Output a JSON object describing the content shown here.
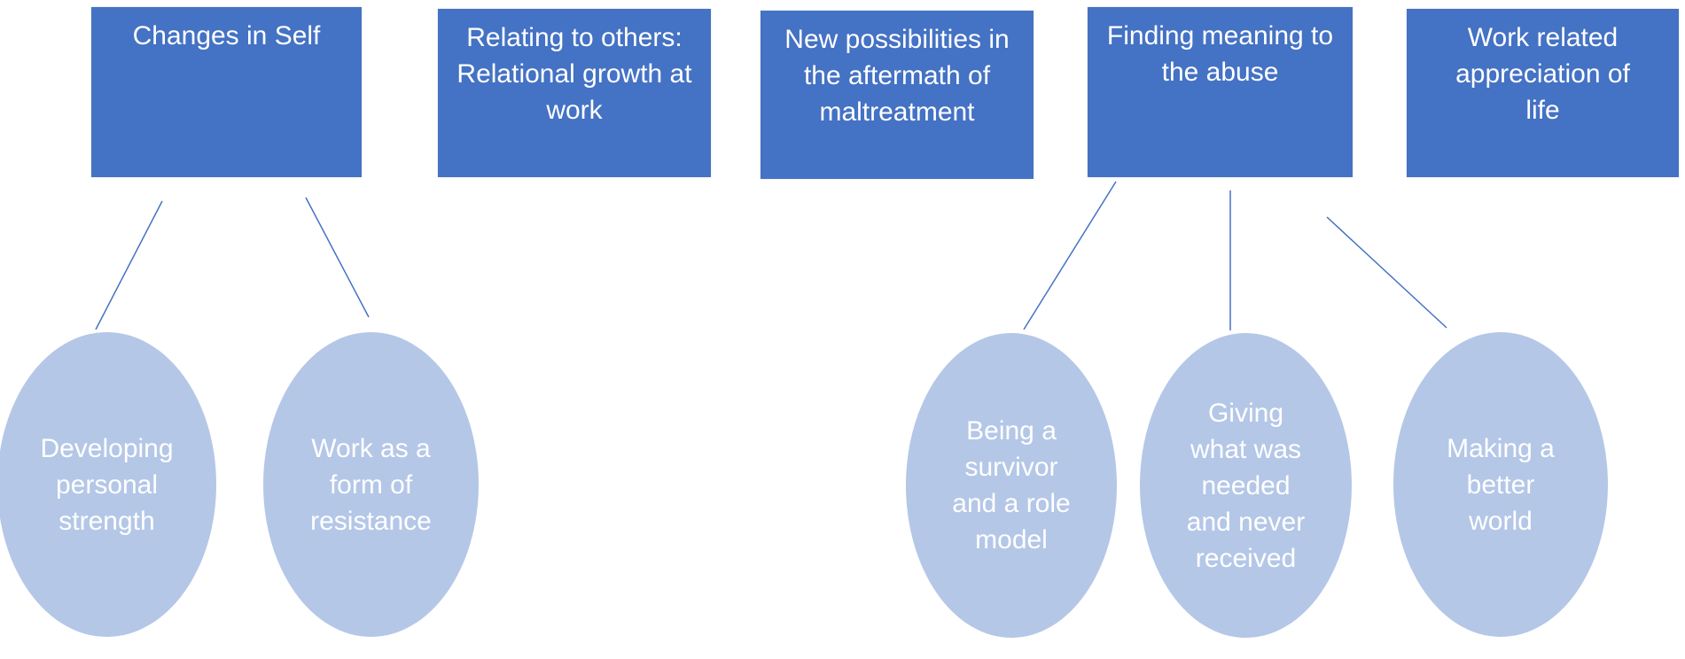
{
  "colors": {
    "box_fill": "#4472C4",
    "ellipse_fill": "#B4C7E7",
    "connector": "#4472C4",
    "text": "#FFFFFF"
  },
  "themes": [
    {
      "label": "Changes in Self"
    },
    {
      "label": "Relating to others: Relational growth at work"
    },
    {
      "label": "New possibilities in the aftermath of maltreatment"
    },
    {
      "label": "Finding meaning to the abuse"
    },
    {
      "label": "Work related appreciation of life"
    }
  ],
  "subthemes": [
    {
      "label": "Developing personal strength",
      "parent": "Changes in Self"
    },
    {
      "label": "Work as a form of resistance",
      "parent": "Changes in Self"
    },
    {
      "label": "Being a survivor and a role model",
      "parent": "Finding meaning to the abuse"
    },
    {
      "label": "Giving what was needed and never received",
      "parent": "Finding meaning to the abuse"
    },
    {
      "label": "Making a better world",
      "parent": "Finding meaning to the abuse"
    }
  ]
}
